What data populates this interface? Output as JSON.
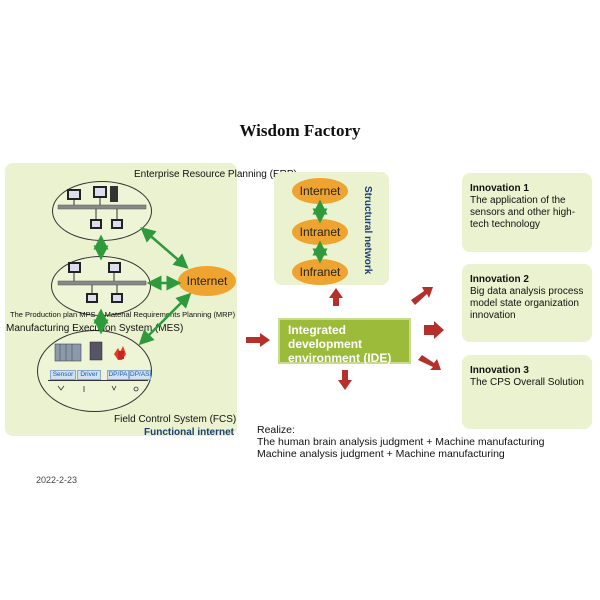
{
  "title": "Wisdom Factory",
  "left_panel": {
    "erp_label": "Enterprise Resource Planning (ERP)",
    "mrp_label": "The Production plan MPS & Material Requirements Planning (MRP)",
    "mes_label": "Manufacturing Execution System (MES)",
    "fcs_label": "Field Control System (FCS)",
    "functional_label": "Functional internet",
    "internet_label": "Internet",
    "device_labels": [
      "Sensor",
      "Driver",
      "DP/PA",
      "DP/ASi"
    ]
  },
  "network_panel": {
    "nodes": [
      "Internet",
      "Intranet",
      "Infranet"
    ],
    "label": "Structural network"
  },
  "ide_label": "Integrated development environment (IDE)",
  "innovations": [
    {
      "title": "Innovation 1",
      "text": "The application of the sensors and other high-tech technology"
    },
    {
      "title": "Innovation 2",
      "text": "Big data analysis process model   state organization   innovation"
    },
    {
      "title": "Innovation 3",
      "text": "The CPS Overall Solution"
    }
  ],
  "realize": {
    "label": "Realize:",
    "line1": "The human brain analysis judgment + Machine manufacturing",
    "line2": "Machine analysis judgment + Machine manufacturing"
  },
  "date": "2022-2-23",
  "colors": {
    "panel": "#eaf2cf",
    "orange": "#f0a430",
    "green_arrow": "#2e9a3b",
    "red_arrow": "#b5302a",
    "ide": "#9cbb3a",
    "navy": "#1d3d76"
  }
}
